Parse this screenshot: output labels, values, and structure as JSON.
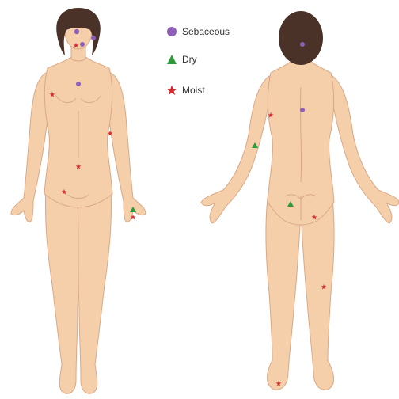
{
  "legend": [
    {
      "label": "Sebaceous",
      "symbol": "circle",
      "color": "#8e5fb8"
    },
    {
      "label": "Dry",
      "symbol": "triangle",
      "color": "#2f9a3a"
    },
    {
      "label": "Moist",
      "symbol": "star",
      "color": "#d8262c"
    }
  ],
  "colors": {
    "skin": "#f4cfaa",
    "skin_outline": "#d9a987",
    "hair": "#4a3228"
  },
  "views": [
    "front-view",
    "back-view"
  ],
  "markers": [
    {
      "view": "front",
      "site": "forehead",
      "type": "sebaceous"
    },
    {
      "view": "front",
      "site": "right-cheek",
      "type": "sebaceous"
    },
    {
      "view": "front",
      "site": "nose",
      "type": "moist"
    },
    {
      "view": "front",
      "site": "upper-chest",
      "type": "sebaceous"
    },
    {
      "view": "front",
      "site": "right-armpit",
      "type": "moist"
    },
    {
      "view": "front",
      "site": "left-inner-elbow",
      "type": "moist"
    },
    {
      "view": "front",
      "site": "navel",
      "type": "moist"
    },
    {
      "view": "front",
      "site": "groin",
      "type": "moist"
    },
    {
      "view": "front",
      "site": "palm",
      "type": "dry"
    },
    {
      "view": "front",
      "site": "wrist",
      "type": "moist"
    },
    {
      "view": "back",
      "site": "back-of-head",
      "type": "sebaceous"
    },
    {
      "view": "back",
      "site": "upper-back",
      "type": "sebaceous"
    },
    {
      "view": "back",
      "site": "elbow-crease",
      "type": "moist"
    },
    {
      "view": "back",
      "site": "forearm",
      "type": "dry"
    },
    {
      "view": "back",
      "site": "buttock",
      "type": "dry"
    },
    {
      "view": "back",
      "site": "gluteal-crease",
      "type": "moist"
    },
    {
      "view": "back",
      "site": "back-of-knee",
      "type": "moist"
    },
    {
      "view": "back",
      "site": "sole-of-foot",
      "type": "moist"
    }
  ]
}
